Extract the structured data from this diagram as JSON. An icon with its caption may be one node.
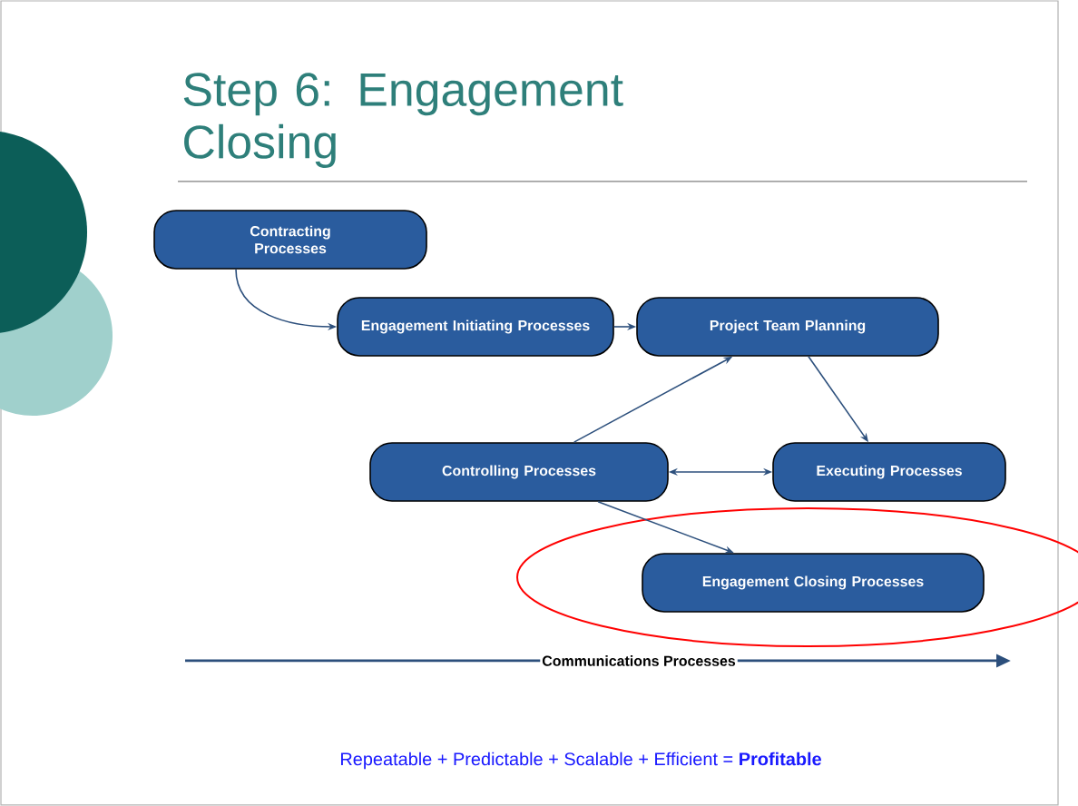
{
  "diagram": {
    "title": "Step 6: Engagement Closing",
    "nodes": [
      {
        "text": [
          "Contracting Processes"
        ]
      },
      {
        "text": [
          "Engagement Initiating Processes"
        ]
      },
      {
        "text": [
          "Project Team Planning"
        ]
      },
      {
        "text": [
          "Controlling Processes"
        ]
      },
      {
        "text": [
          "Executing Processes"
        ]
      },
      {
        "text": [
          "Engagement Closing Processes"
        ]
      }
    ],
    "edges": [
      {
        "from": 0,
        "to": 1,
        "arrow": "to"
      },
      {
        "from": 1,
        "to": 2,
        "arrow": "to"
      },
      {
        "from": 3,
        "to": 2,
        "arrow": "to"
      },
      {
        "from": 2,
        "to": 4,
        "arrow": "to"
      },
      {
        "from": 3,
        "to": 4,
        "arrow": "both"
      },
      {
        "from": 3,
        "to": 5,
        "arrow": "to"
      }
    ],
    "labels": [
      "Communications Processes",
      "Repeatable + Predictable + Scalable + Efficient = **Profitable**"
    ]
  }
}
